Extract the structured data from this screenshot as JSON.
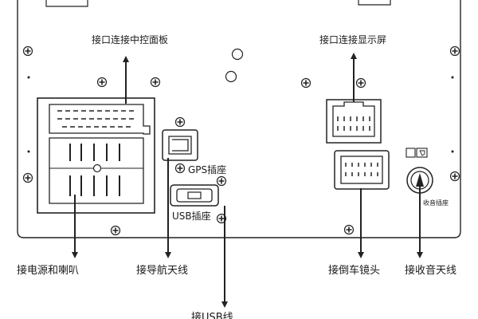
{
  "labels": {
    "control_panel": "接口连接中控面板",
    "display": "接口连接显示屏",
    "gps_socket": "GPS插座",
    "usb_socket": "USB插座",
    "radio_socket": "收音插座",
    "power_speaker": "接电源和喇叭",
    "gps_antenna": "接导航天线",
    "reverse_camera": "接倒车镜头",
    "radio_antenna": "接收音天线",
    "usb_cable": "接USB线"
  },
  "colors": {
    "line": "#222222",
    "panel_fill": "#ffffff"
  }
}
